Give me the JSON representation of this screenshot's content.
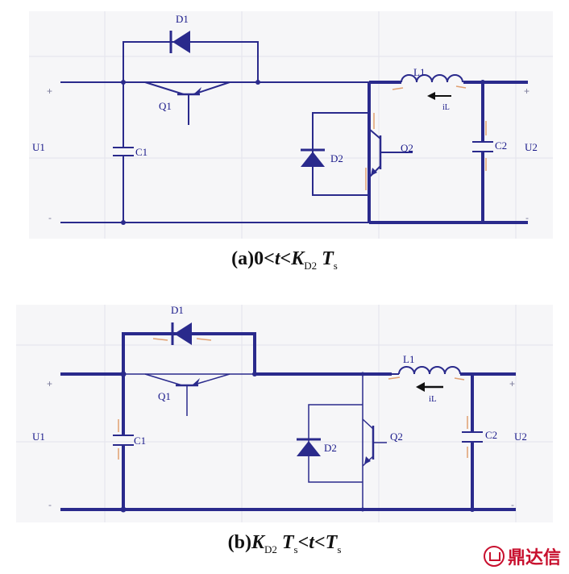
{
  "diagram_a": {
    "labels": {
      "d1": "D1",
      "q1": "Q1",
      "c1": "C1",
      "d2": "D2",
      "l1": "L1",
      "il": "iL",
      "q2": "Q2",
      "c2": "C2",
      "u1": "U1",
      "u2": "U2"
    },
    "plus": "+",
    "minus": "-"
  },
  "diagram_b": {
    "labels": {
      "d1": "D1",
      "q1": "Q1",
      "c1": "C1",
      "d2": "D2",
      "l1": "L1",
      "il": "iL",
      "q2": "Q2",
      "c2": "C2",
      "u1": "U1",
      "u2": "U2"
    },
    "plus": "+",
    "minus": "-"
  },
  "captions": {
    "a": {
      "prefix": "(a)",
      "lead": "0<",
      "t": "t",
      "lt": "<",
      "K": "K",
      "Ksub": "D2",
      "T": "T",
      "Tsub": "s"
    },
    "b": {
      "prefix": "(b)",
      "K": "K",
      "Ksub": "D2",
      "T": "T",
      "Tsub": "s",
      "lt1": "<",
      "t": "t",
      "lt2": "<",
      "T2": "T",
      "T2sub": "s"
    }
  },
  "colors": {
    "wire": "#2a2a8c",
    "grid": "#e6e6ee",
    "background": "#f6f6f8",
    "highlight": "#e0a070",
    "watermark": "#c8102e"
  },
  "watermark": {
    "text": "鼎达信"
  }
}
